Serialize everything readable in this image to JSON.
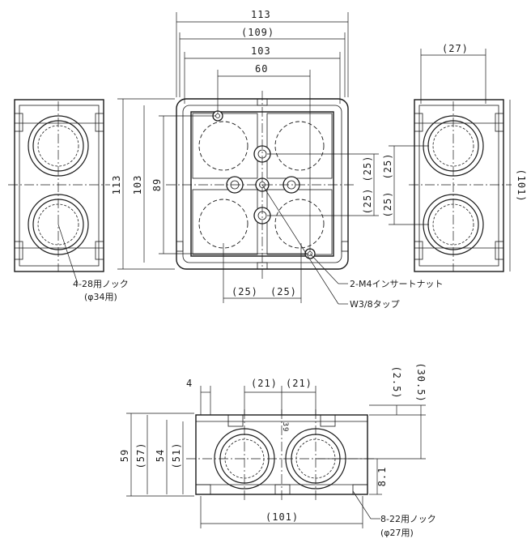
{
  "dimensions": {
    "top_113": "113",
    "top_109": "(109)",
    "top_103": "103",
    "top_60": "60",
    "right_27": "(27)",
    "left_113": "113",
    "left_103": "103",
    "left_89": "89",
    "mid_25_a": "(25)",
    "mid_25_b": "(25)",
    "mid_25_c": "(25)",
    "mid_25_d": "(25)",
    "right_101": "(101)",
    "bottom_25_a": "(25)",
    "bottom_25_b": "(25)",
    "side_4": "4",
    "side_21_a": "(21)",
    "side_21_b": "(21)",
    "side_25": "(2.5)",
    "side_305": "(30.5)",
    "side_59": "59",
    "side_57": "(57)",
    "side_54": "54",
    "side_51": "(51)",
    "side_81": "8.1",
    "side_101": "(101)",
    "side_39": "39"
  },
  "notes": {
    "insert_nut": "2-M4インサートナット",
    "tap": "W3/8タップ",
    "knock_28": "4-28用ノック",
    "knock_28_sub": "(φ34用)",
    "knock_22": "8-22用ノック",
    "knock_22_sub": "(φ27用)"
  }
}
